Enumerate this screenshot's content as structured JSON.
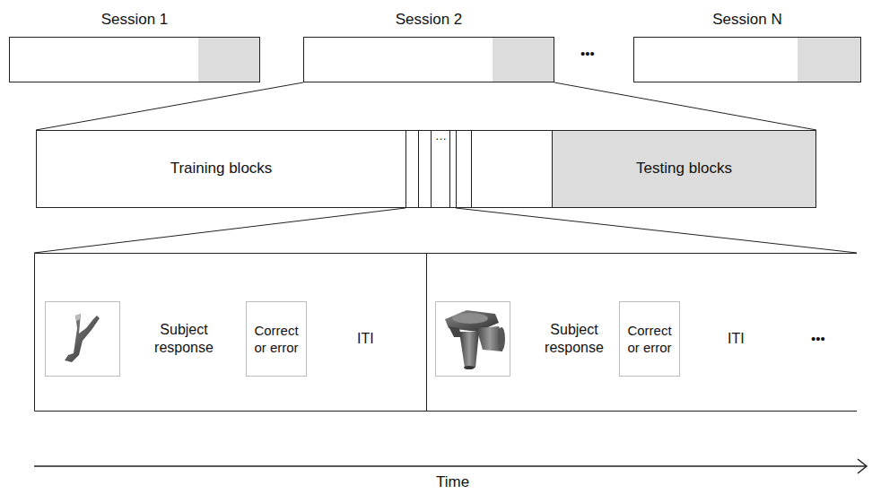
{
  "diagram": {
    "nodes": [
      {
        "text": [
          "Session 1"
        ]
      },
      {
        "text": [
          "Session 2"
        ]
      },
      {
        "text": [
          "Session N"
        ]
      },
      {
        "text": [
          "Training blocks"
        ]
      },
      {
        "text": [
          "Testing blocks"
        ]
      },
      {
        "text": [
          "Correct or error"
        ]
      },
      {
        "text": [
          "Correct or error"
        ]
      }
    ],
    "labels": [
      "•••",
      "…",
      "Subject response",
      "ITI",
      "Subject response",
      "ITI",
      "•••",
      "Time"
    ]
  }
}
